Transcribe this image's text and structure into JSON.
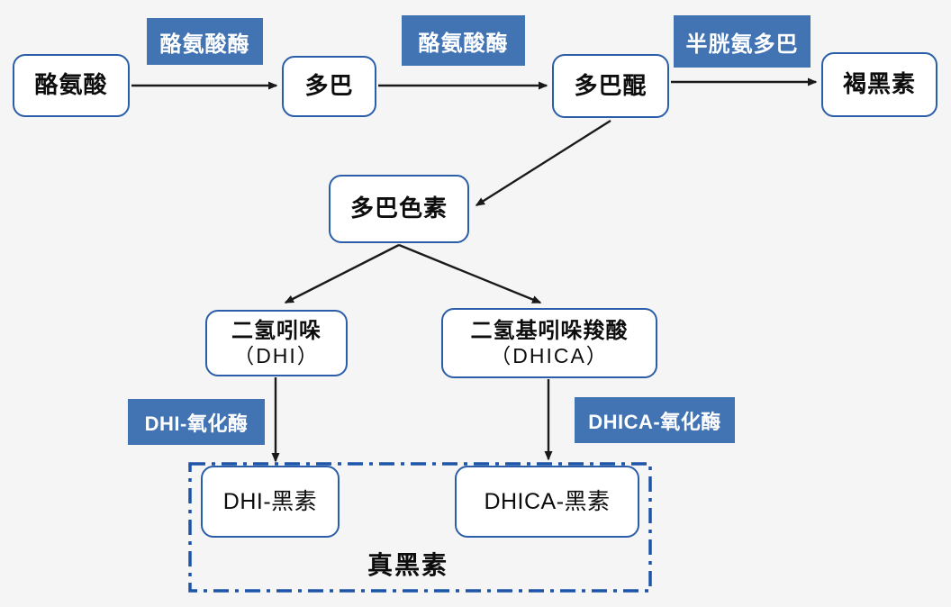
{
  "diagram_title": "Melanin synthesis pathway flowchart",
  "colors": {
    "background": "#f5f5f6",
    "node_border": "#2b5ea9",
    "node_fill": "#ffffff",
    "enzyme_background": "#4274b4",
    "enzyme_text": "#ffffff",
    "arrow": "#1a1a1a",
    "group_border": "#1d54a8"
  },
  "nodes": {
    "tyrosine": "酪氨酸",
    "dopa": "多巴",
    "dopaquinone": "多巴醌",
    "pheomelanin": "褐黑素",
    "dopachrome": "多巴色素",
    "dhi_line1": "二氢吲哚",
    "dhi_line2": "（DHI）",
    "dhica_line1": "二氢基吲哚羧酸",
    "dhica_line2": "（DHICA）",
    "dhi_melanin": "DHI-黑素",
    "dhica_melanin": "DHICA-黑素"
  },
  "enzymes": {
    "tyrosinase_1": "酪氨酸酶",
    "tyrosinase_2": "酪氨酸酶",
    "cysteinyl_dopa": "半胱氨多巴",
    "dhi_oxidase": "DHI-氧化酶",
    "dhica_oxidase": "DHICA-氧化酶"
  },
  "group": {
    "eumelanin_label": "真黑素"
  }
}
